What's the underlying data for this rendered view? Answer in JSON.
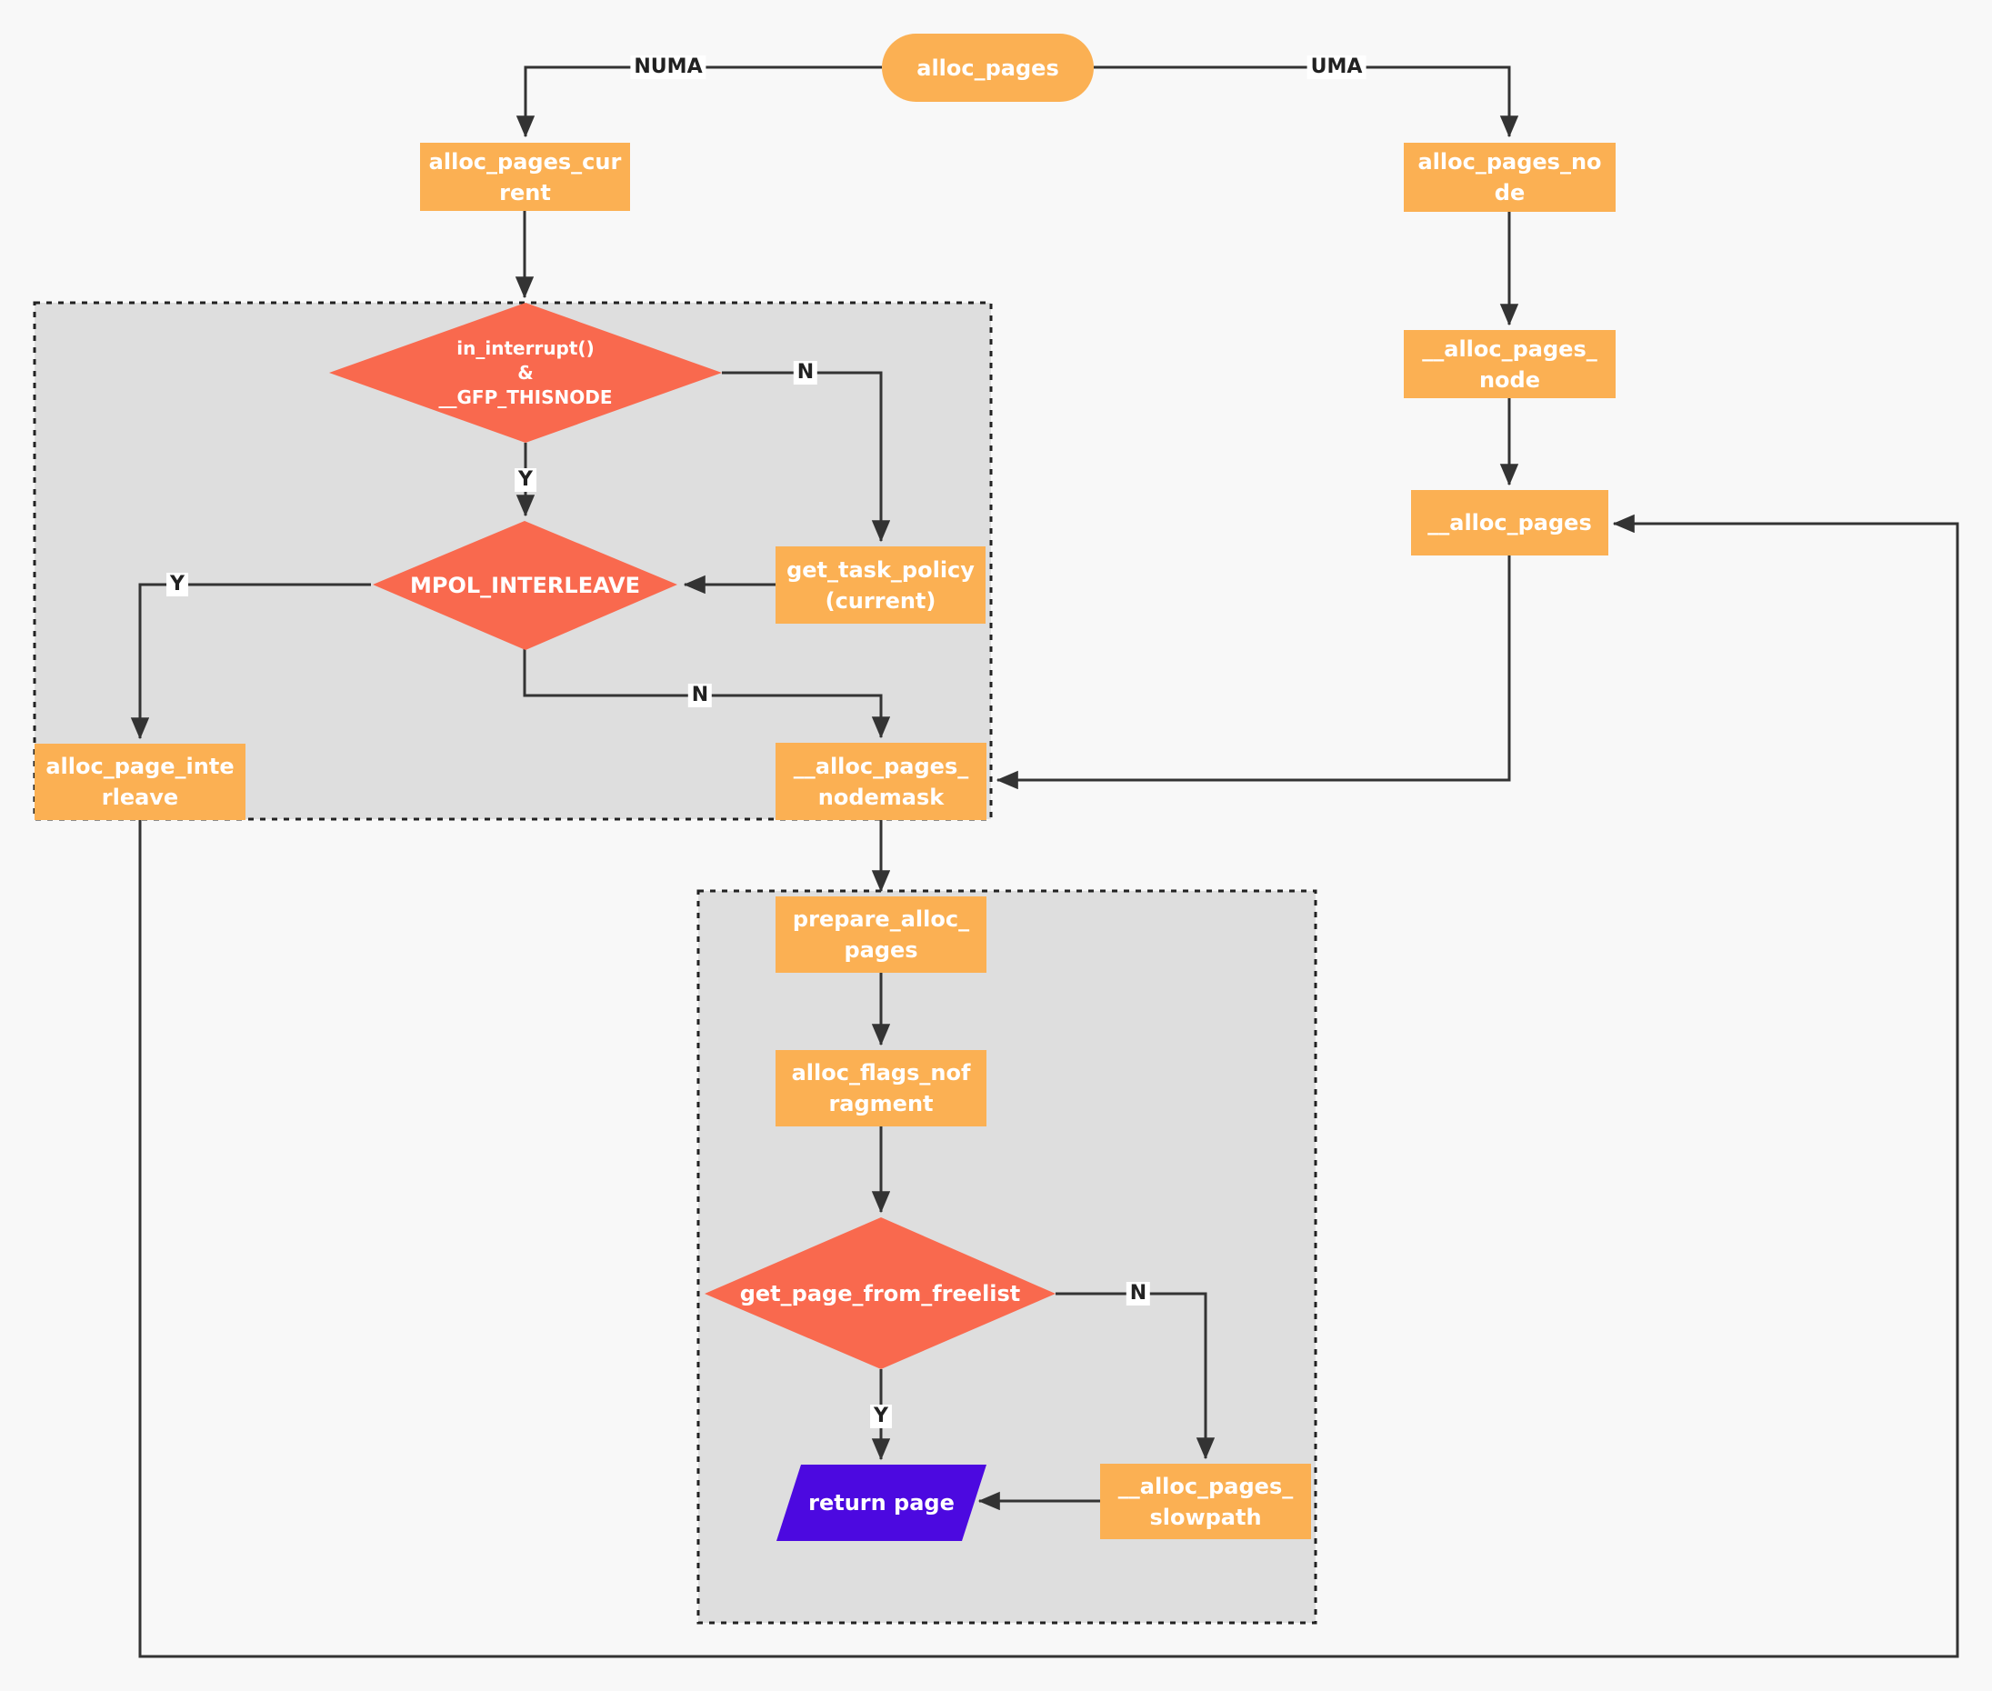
{
  "diagram": {
    "nodes": {
      "alloc_pages": {
        "lines": [
          "alloc_pages"
        ]
      },
      "alloc_pages_current": {
        "lines": [
          "alloc_pages_cur",
          "rent"
        ]
      },
      "alloc_pages_node": {
        "lines": [
          "alloc_pages_no",
          "de"
        ]
      },
      "dunder_alloc_pages_node": {
        "lines": [
          "__alloc_pages_",
          "node"
        ]
      },
      "dunder_alloc_pages": {
        "lines": [
          "__alloc_pages"
        ]
      },
      "in_interrupt": {
        "lines": [
          "in_interrupt()",
          "&",
          "__GFP_THISNODE"
        ]
      },
      "get_task_policy": {
        "lines": [
          "get_task_policy",
          "(current)"
        ]
      },
      "mpol_interleave": {
        "lines": [
          "MPOL_INTERLEAVE"
        ]
      },
      "alloc_page_interleave": {
        "lines": [
          "alloc_page_inte",
          "rleave"
        ]
      },
      "alloc_pages_nodemask": {
        "lines": [
          "__alloc_pages_",
          "nodemask"
        ]
      },
      "prepare_alloc_pages": {
        "lines": [
          "prepare_alloc_",
          "pages"
        ]
      },
      "alloc_flags_nofragment": {
        "lines": [
          "alloc_flags_nof",
          "ragment"
        ]
      },
      "get_page_from_freelist": {
        "lines": [
          "get_page_from_freelist"
        ]
      },
      "return_page": {
        "lines": [
          "return page"
        ]
      },
      "alloc_pages_slowpath": {
        "lines": [
          "__alloc_pages_",
          "slowpath"
        ]
      }
    },
    "edge_labels": {
      "numa": "NUMA",
      "uma": "UMA",
      "yes": "Y",
      "no": "N"
    },
    "colors": {
      "process_fill": "#fbb053",
      "decision_fill": "#f9694e",
      "output_fill": "#4c09e0",
      "container_fill": "#dedede",
      "container_border": "#222222",
      "background": "#f8f8f8",
      "connector": "#333333",
      "node_text": "#ffffff",
      "edge_label_text": "#212121"
    }
  }
}
